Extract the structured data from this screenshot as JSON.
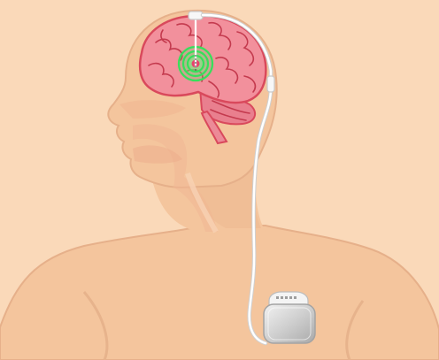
{
  "diagram": {
    "subject": "deep-brain-stimulation-implant",
    "colors": {
      "background": "#fad9b9",
      "skin": "#f4c59d",
      "skin_shadow": "#eab58d",
      "skin_outline": "#e0a982",
      "brain": "#f2909c",
      "brain_outline": "#d9495c",
      "brain_fold": "#c43a4e",
      "stimulation_glow": "#35e05a",
      "electrode_tip": "#e8436c",
      "lead_wire": "#ffffff",
      "lead_outline": "#cfcfcf",
      "generator_case": "#dcdcdc",
      "generator_header": "#f4f4f4"
    },
    "parts": [
      {
        "name": "head-and-torso-silhouette"
      },
      {
        "name": "brain"
      },
      {
        "name": "electrode-lead"
      },
      {
        "name": "stimulation-site"
      },
      {
        "name": "extension-wire"
      },
      {
        "name": "pulse-generator"
      }
    ]
  }
}
